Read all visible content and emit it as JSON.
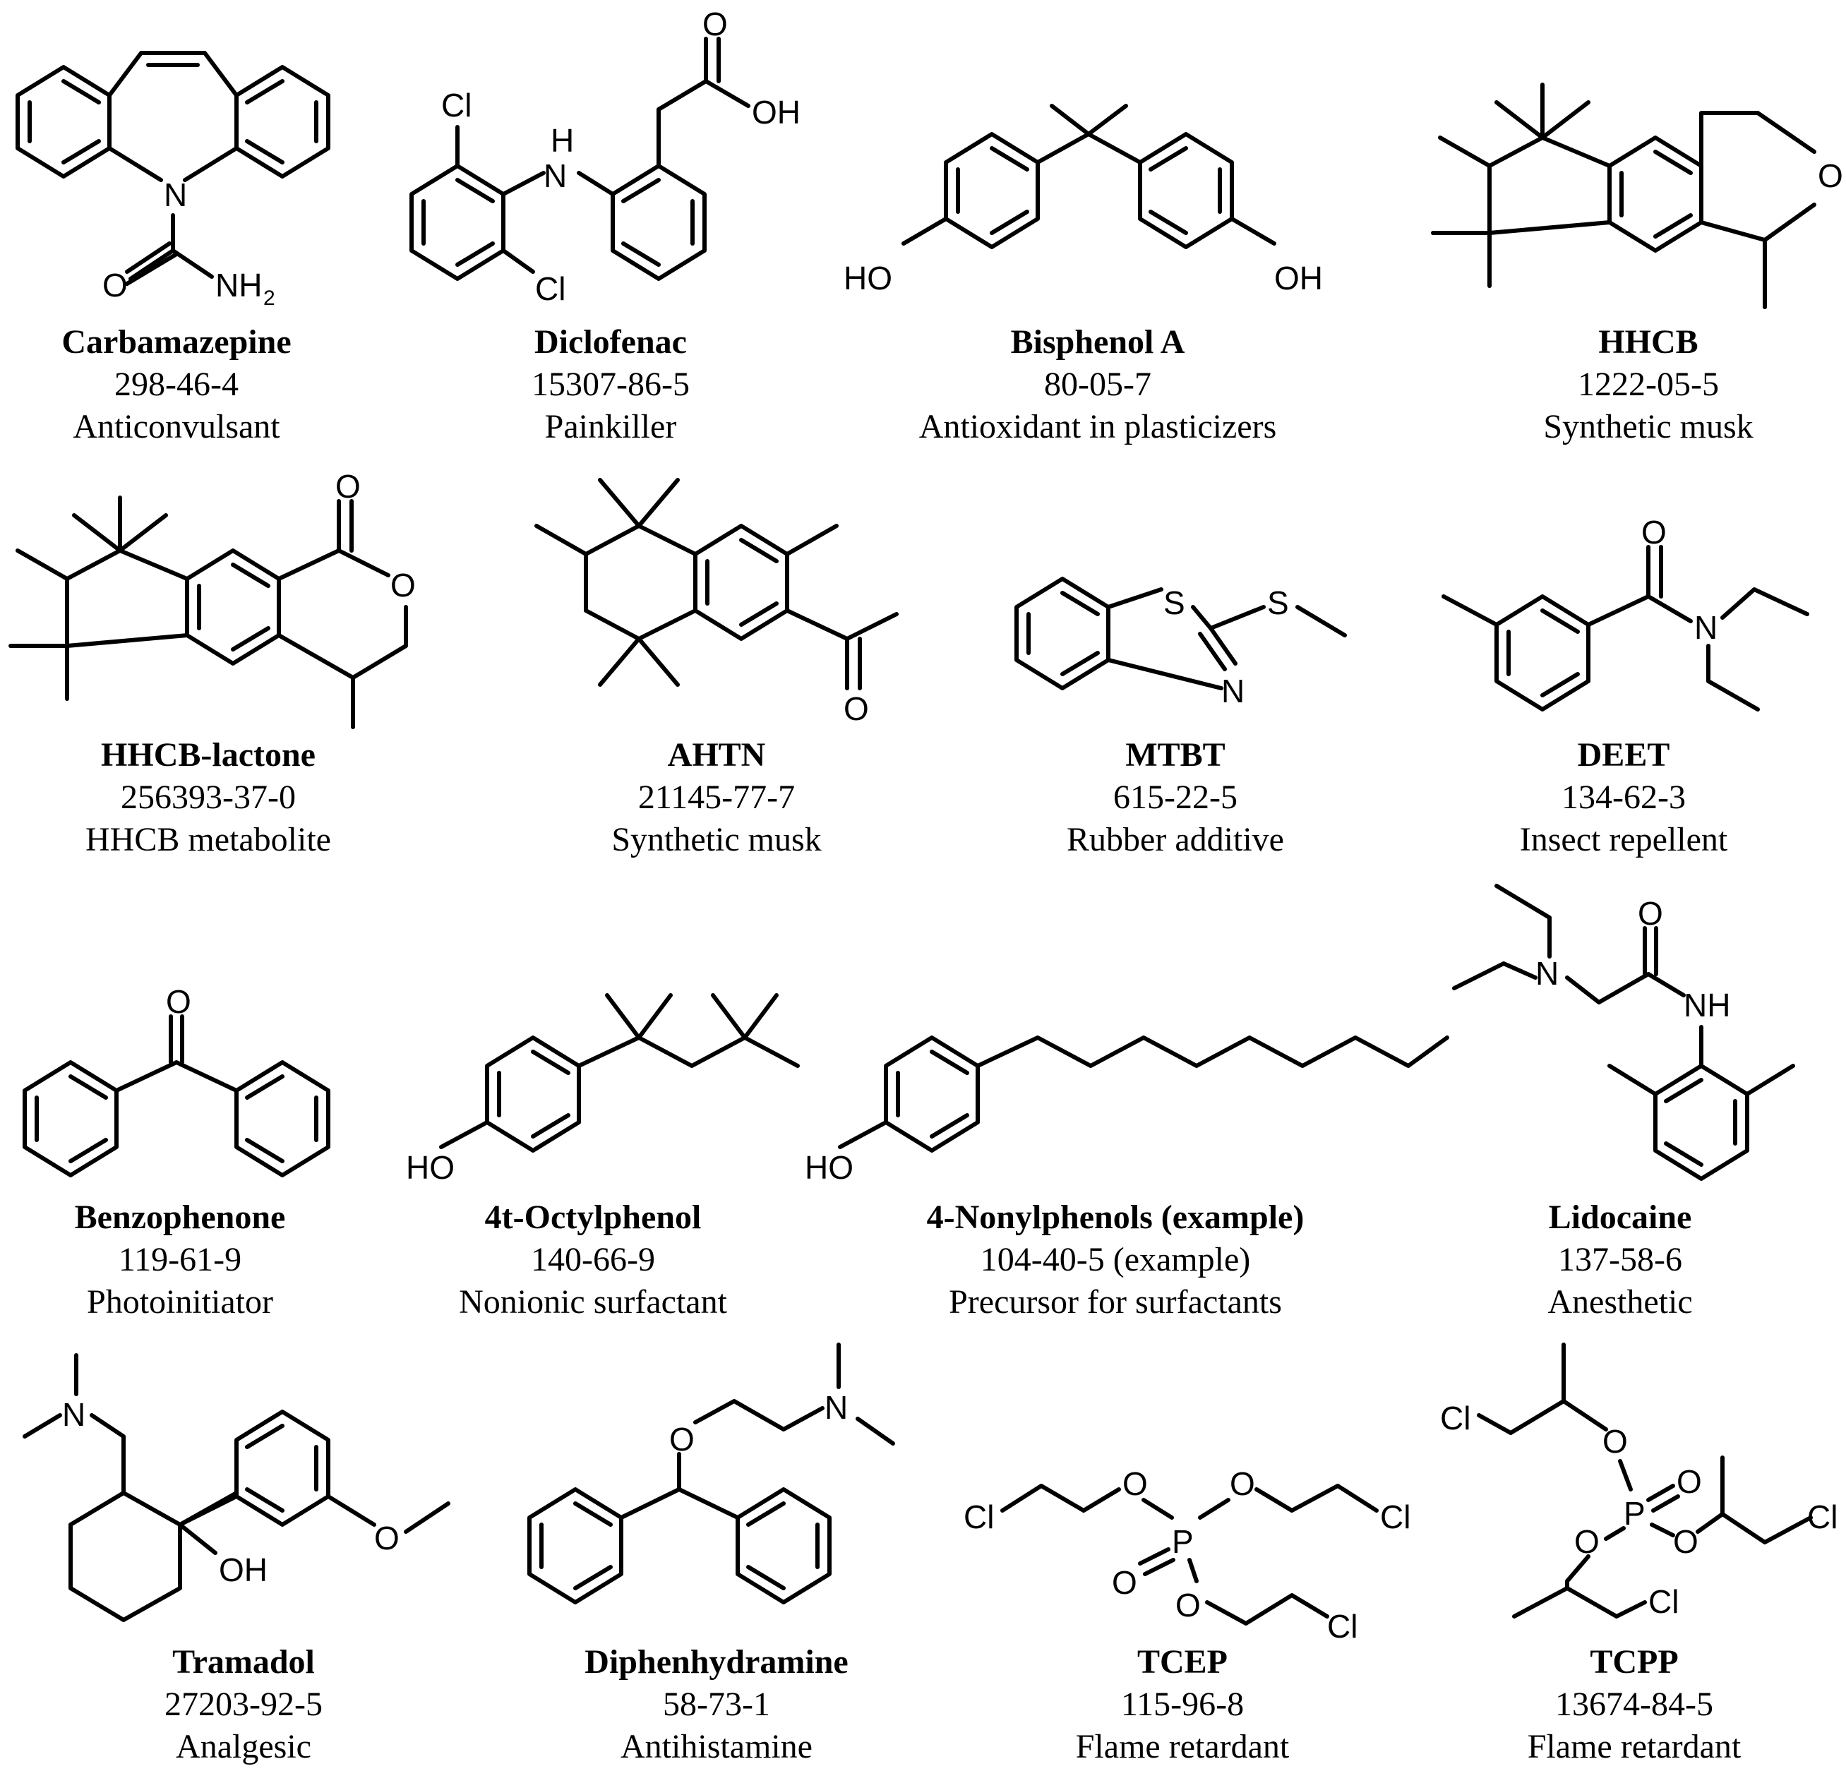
{
  "compounds": [
    {
      "name": "Carbamazepine",
      "cas": "298-46-4",
      "use": "Anticonvulsant"
    },
    {
      "name": "Diclofenac",
      "cas": "15307-86-5",
      "use": "Painkiller"
    },
    {
      "name": "Bisphenol A",
      "cas": "80-05-7",
      "use": "Antioxidant in plasticizers"
    },
    {
      "name": "HHCB",
      "cas": "1222-05-5",
      "use": "Synthetic musk"
    },
    {
      "name": "HHCB-lactone",
      "cas": "256393-37-0",
      "use": "HHCB metabolite"
    },
    {
      "name": "AHTN",
      "cas": "21145-77-7",
      "use": "Synthetic musk"
    },
    {
      "name": "MTBT",
      "cas": "615-22-5",
      "use": "Rubber additive"
    },
    {
      "name": "DEET",
      "cas": "134-62-3",
      "use": "Insect repellent"
    },
    {
      "name": "Benzophenone",
      "cas": "119-61-9",
      "use": "Photoinitiator"
    },
    {
      "name": "4t-Octylphenol",
      "cas": "140-66-9",
      "use": "Nonionic surfactant"
    },
    {
      "name": "4-Nonylphenols (example)",
      "cas": "104-40-5 (example)",
      "use": "Precursor for surfactants"
    },
    {
      "name": "Lidocaine",
      "cas": "137-58-6",
      "use": "Anesthetic"
    },
    {
      "name": "Tramadol",
      "cas": "27203-92-5",
      "use": "Analgesic"
    },
    {
      "name": "Diphenhydramine",
      "cas": "58-73-1",
      "use": "Antihistamine"
    },
    {
      "name": "TCEP",
      "cas": "115-96-8",
      "use": "Flame retardant"
    },
    {
      "name": "TCPP",
      "cas": "13674-84-5",
      "use": "Flame retardant"
    }
  ],
  "atom_labels": {
    "O": "O",
    "OH": "OH",
    "HO": "HO",
    "N": "N",
    "NH": "NH",
    "NH2": "NH",
    "sub2": "2",
    "H": "H",
    "Cl": "Cl",
    "S": "S",
    "P": "P"
  }
}
